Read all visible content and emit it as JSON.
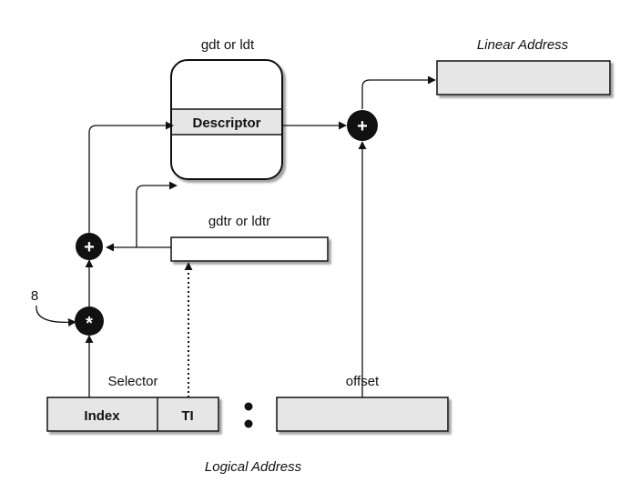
{
  "labels": {
    "table_title": "gdt or ldt",
    "descriptor": "Descriptor",
    "linear_address": "Linear Address",
    "register": "gdtr or ldtr",
    "scale": "8",
    "selector": "Selector",
    "index": "Index",
    "ti": "TI",
    "colon": ":",
    "offset": "offset",
    "logical_address": "Logical Address"
  },
  "operators": {
    "add_top": "+",
    "add_left": "+",
    "multiply": "*"
  },
  "colors": {
    "box_fill": "#e6e6e6",
    "line": "#111111",
    "operator_fill": "#111111"
  }
}
